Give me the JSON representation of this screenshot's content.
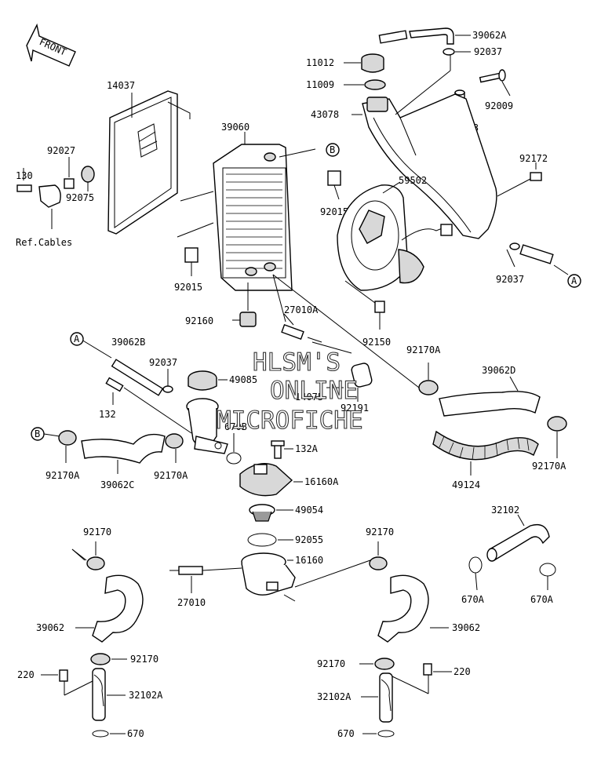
{
  "watermark": {
    "line1": "HLSM'S",
    "line2": "ONLINE",
    "line3": "MICROFICHE"
  },
  "front_arrow": {
    "label": "FRONT"
  },
  "references": {
    "ref_cables": "Ref.Cables"
  },
  "callouts": {
    "A": "A",
    "B": "B"
  },
  "parts": {
    "p39062A": "39062A",
    "p92037a": "92037",
    "p11012": "11012",
    "p11009": "11009",
    "p92009": "92009",
    "p43078": "43078",
    "p92143": "92143",
    "p92172": "92172",
    "p14037": "14037",
    "p39060": "39060",
    "p59502": "59502",
    "p92027": "92027",
    "p130": "130",
    "p92075": "92075",
    "p92015a": "92015",
    "p92015b": "92015",
    "p92037b": "92037",
    "p92160": "92160",
    "p27010A": "27010A",
    "p92150": "92150",
    "p39062B": "39062B",
    "p92037c": "92037",
    "p49085": "49085",
    "p14075": "14075",
    "p92191": "92191",
    "p92170Aa": "92170A",
    "p39062D": "39062D",
    "p132": "132",
    "p670B": "670B",
    "p132A": "132A",
    "p16160A": "16160A",
    "p92170Ab": "92170A",
    "p39062C": "39062C",
    "p92170Ac": "92170A",
    "p49124": "49124",
    "p92170Ad": "92170A",
    "p49054": "49054",
    "p92055": "92055",
    "p32102": "32102",
    "p92170a": "92170",
    "p16160": "16160",
    "p92170b": "92170",
    "p27010": "27010",
    "p670Aa": "670A",
    "p670Ab": "670A",
    "p39062a": "39062",
    "p39062b": "39062",
    "p92170c": "92170",
    "p92170d": "92170",
    "p220a": "220",
    "p220b": "220",
    "p32102Aa": "32102A",
    "p32102Ab": "32102A",
    "p670a": "670",
    "p670b": "670"
  }
}
